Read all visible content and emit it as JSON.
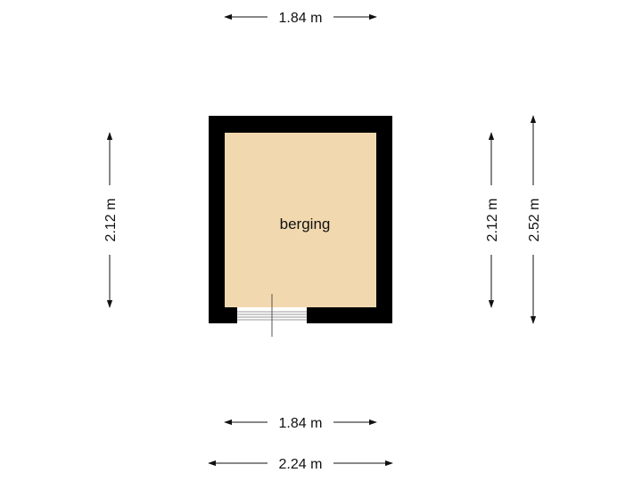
{
  "floorplan": {
    "room": {
      "name": "berging",
      "fill_color": "#f2d8ae",
      "wall_color": "#000000"
    },
    "dimensions": {
      "top_width": "1.84 m",
      "bottom_inner_width": "1.84 m",
      "bottom_outer_width": "2.24 m",
      "left_height": "2.12 m",
      "right_inner_height": "2.12 m",
      "right_outer_height": "2.52 m"
    },
    "door": {
      "type": "sliding-window-door",
      "position": "bottom-left"
    }
  }
}
